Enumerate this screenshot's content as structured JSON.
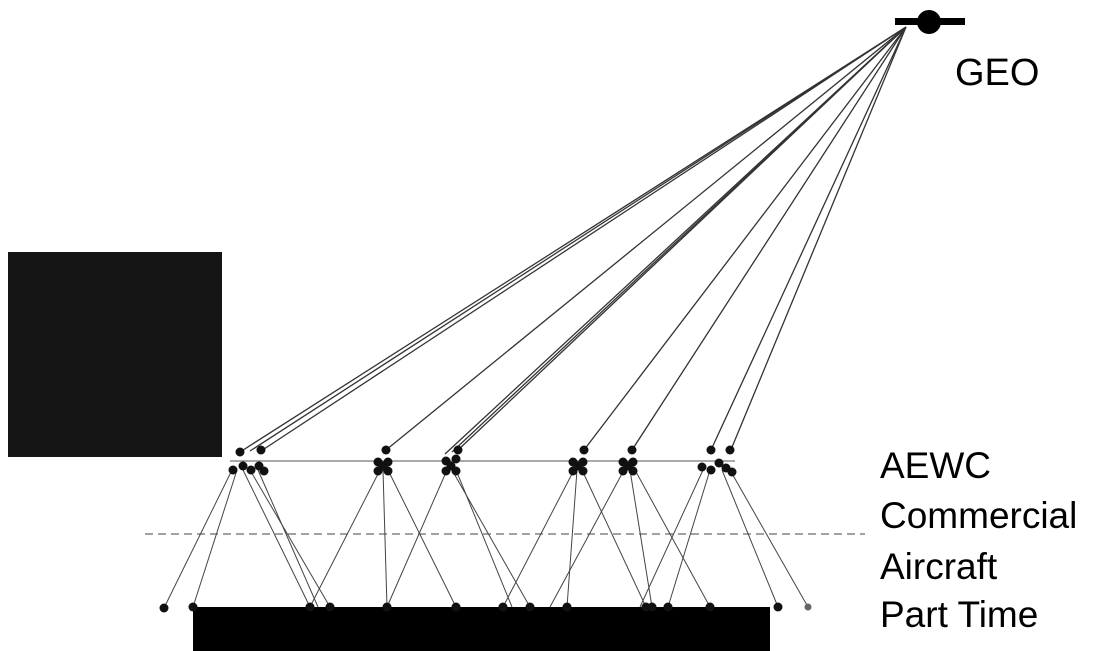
{
  "labels": {
    "geo": "GEO",
    "aewc": "AEWC",
    "commercial": "Commercial",
    "aircraft": "Aircraft",
    "part_time": "Part Time"
  },
  "colors": {
    "background": "#ffffff",
    "ink": "#000000",
    "dark_block": "#151515",
    "link_line": "#333333"
  }
}
